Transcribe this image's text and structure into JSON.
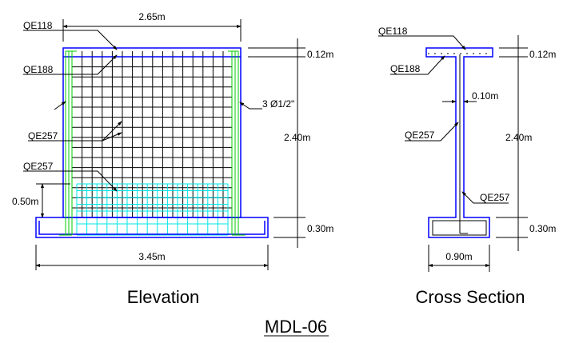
{
  "title": "MDL-06",
  "colors": {
    "concrete_outline": "#0000ff",
    "rebar_main": "#000000",
    "rebar_corner": "#00cc00",
    "rebar_mesh_lower": "#00e5e5"
  },
  "elevation": {
    "title": "Elevation",
    "dim_top_width": "2.65m",
    "dim_base_width": "3.45m",
    "dim_lower_mesh_height": "0.50m",
    "dim_slab": "0.12m",
    "dim_wall_height": "2.40m",
    "dim_footing": "0.30m",
    "labels": {
      "top_mesh": "QE118",
      "slab_mesh": "QE188",
      "wall_mesh": "QE257",
      "lower_mesh": "QE257",
      "corner_bars": "3 Ø1/2\""
    }
  },
  "cross_section": {
    "title": "Cross Section",
    "dim_slab": "0.12m",
    "dim_wall_height": "2.40m",
    "dim_footing": "0.30m",
    "dim_wall_thickness": "0.10m",
    "dim_footing_width": "0.90m",
    "labels": {
      "top_mesh": "QE118",
      "slab_mesh": "QE188",
      "wall_mesh": "QE257",
      "lower_mesh": "QE257"
    }
  }
}
